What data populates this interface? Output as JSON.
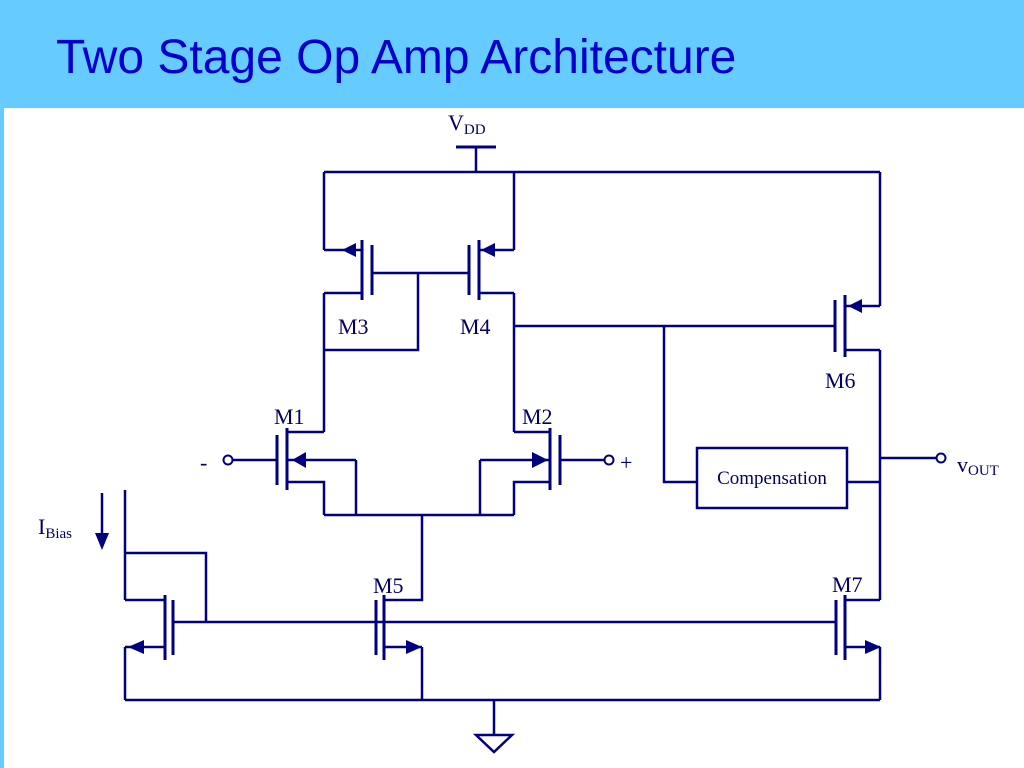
{
  "slide": {
    "title": "Two Stage Op Amp Architecture"
  },
  "diagram": {
    "supply": {
      "main": "V",
      "sub": "DD"
    },
    "transistors": [
      "M1",
      "M2",
      "M3",
      "M4",
      "M5",
      "M6",
      "M7"
    ],
    "bias": {
      "main": "I",
      "sub": "Bias"
    },
    "inputs": {
      "minus": "-",
      "plus": "+"
    },
    "output": {
      "main": "v",
      "sub": "OUT"
    },
    "compensation_label": "Compensation"
  },
  "colors": {
    "title_bar": "#66ccff",
    "title_text": "#0000cc",
    "wire": "#000080"
  }
}
